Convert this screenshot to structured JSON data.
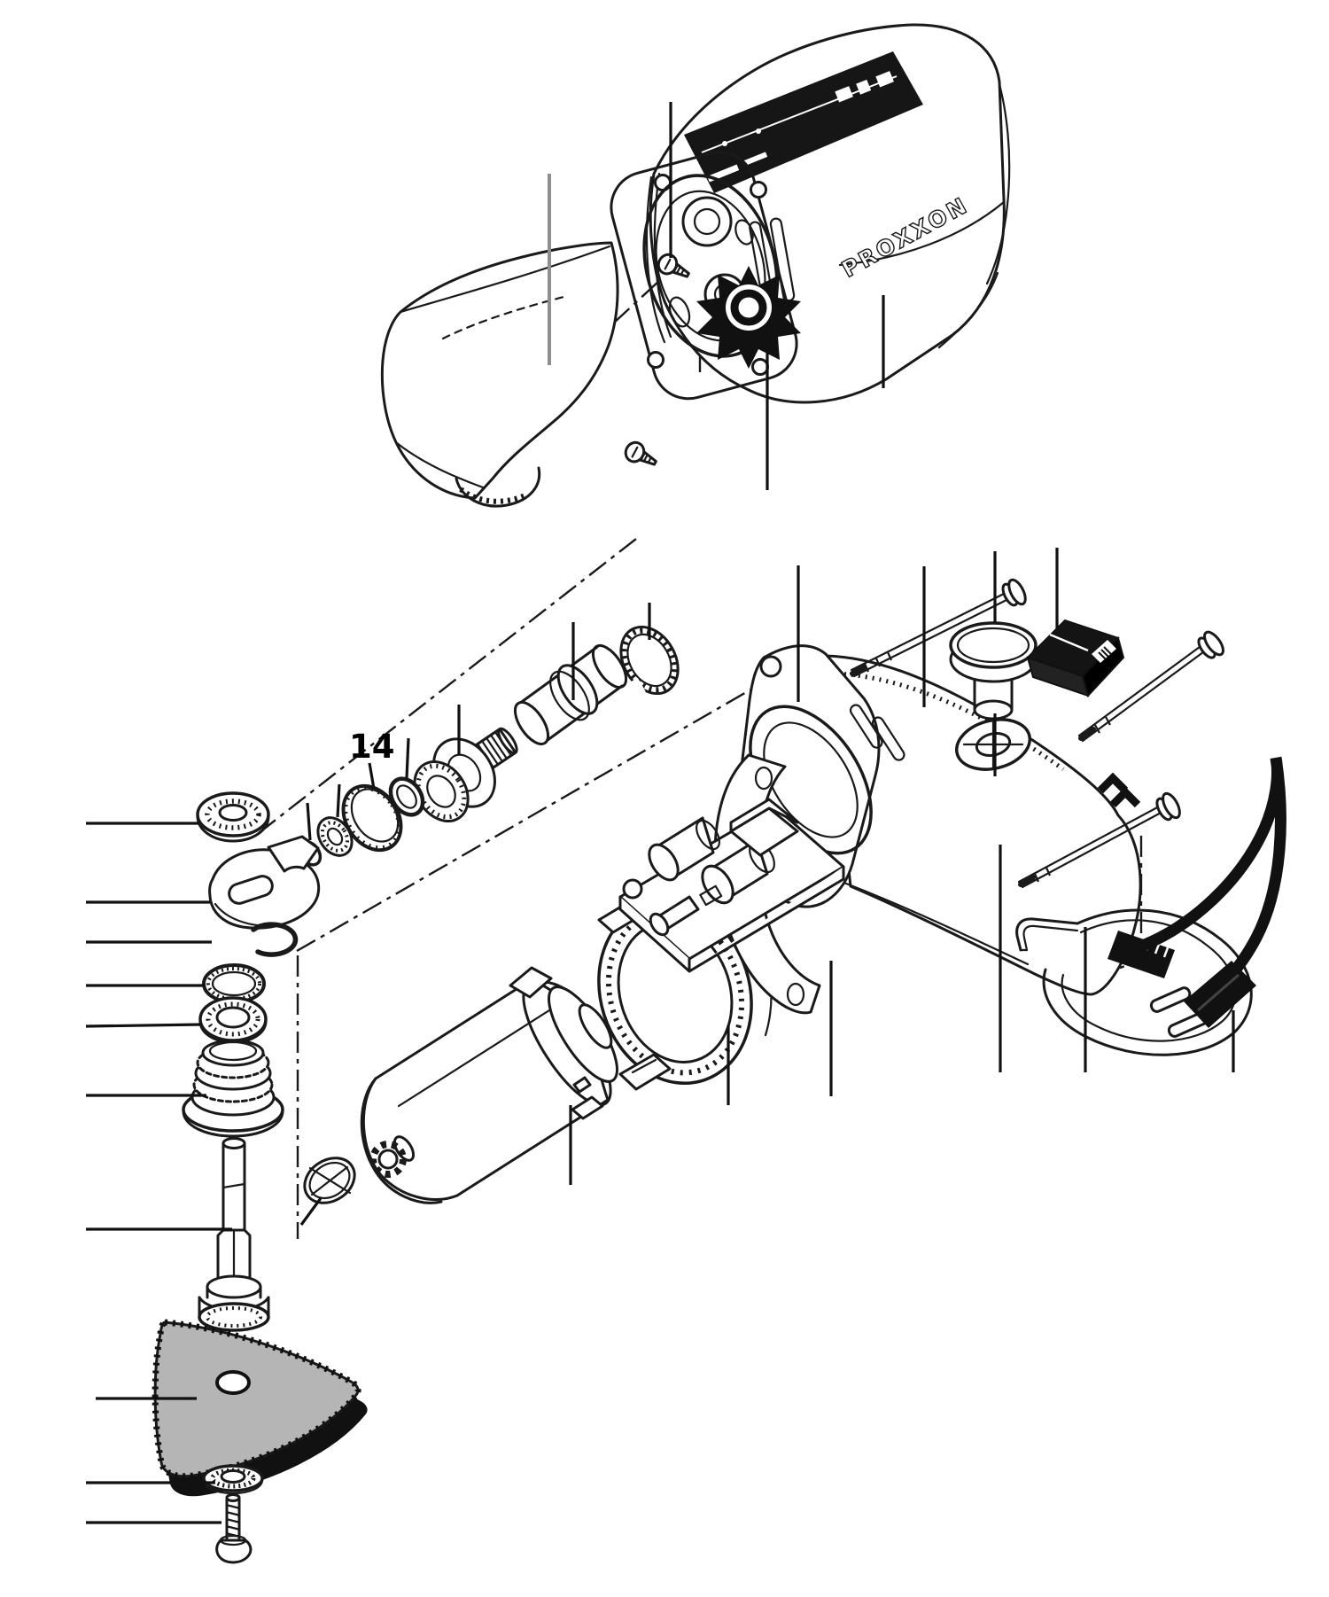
{
  "figure": {
    "type": "exploded-parts-diagram",
    "subject": "oscillating delta sander power tool",
    "style": "black line art on white"
  },
  "callouts": {
    "part_14": "14"
  },
  "branding": {
    "logo_text": "PROXXON"
  },
  "colors": {
    "ink": "#1a1a1a",
    "paper": "#ffffff",
    "pad_gray": "#b5b5b5",
    "black_fill": "#111111",
    "label_black": "#161616",
    "leader_gray": "#8f8f8f"
  },
  "parts": [
    {
      "name": "upper-housing-shell"
    },
    {
      "name": "rating-label"
    },
    {
      "name": "fan-seal-star"
    },
    {
      "name": "housing-screw-upper"
    },
    {
      "name": "housing-screw-lower"
    },
    {
      "name": "gear-head-cover"
    },
    {
      "name": "retaining-ring-large"
    },
    {
      "name": "spindle-sleeve"
    },
    {
      "name": "splined-shaft"
    },
    {
      "name": "ball-bearing-large"
    },
    {
      "name": "o-ring"
    },
    {
      "name": "wave-ring-part-14"
    },
    {
      "name": "ball-bearing-small"
    },
    {
      "name": "o-ring-small"
    },
    {
      "name": "spindle-nut"
    },
    {
      "name": "clamping-fork"
    },
    {
      "name": "snap-ring"
    },
    {
      "name": "seal-ring"
    },
    {
      "name": "lower-ball-bearing"
    },
    {
      "name": "rubber-bellows"
    },
    {
      "name": "work-spindle"
    },
    {
      "name": "sanding-pad"
    },
    {
      "name": "pad-washer"
    },
    {
      "name": "pad-screw"
    },
    {
      "name": "eccentric-cam"
    },
    {
      "name": "dc-motor"
    },
    {
      "name": "motor-pinion"
    },
    {
      "name": "motor-clamp-ring"
    },
    {
      "name": "circuit-board"
    },
    {
      "name": "main-housing"
    },
    {
      "name": "push-button"
    },
    {
      "name": "power-switch"
    },
    {
      "name": "assembly-screw-a"
    },
    {
      "name": "assembly-screw-b"
    },
    {
      "name": "assembly-screw-c"
    },
    {
      "name": "cable-clip"
    },
    {
      "name": "power-cord"
    },
    {
      "name": "power-plug"
    },
    {
      "name": "cord-grommet"
    }
  ]
}
